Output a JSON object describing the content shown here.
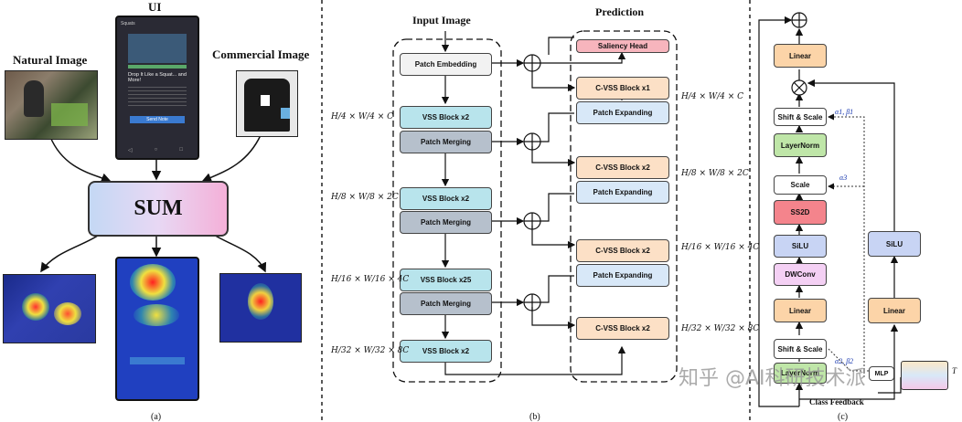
{
  "panel_a": {
    "ui_label": "UI",
    "natural_label": "Natural Image",
    "commercial_label": "Commercial Image",
    "sum_label": "SUM",
    "caption": "(a)",
    "phone_screen": {
      "app_title": "Squats",
      "headline": "Drop It Like a Squat... and More!",
      "button_label": "Send Note"
    }
  },
  "panel_b": {
    "input_title": "Input Image",
    "prediction_title": "Prediction",
    "caption": "(b)",
    "encoder": {
      "embed": "Patch Embedding",
      "vss1": "VSS Block x2",
      "merge1": "Patch Merging",
      "vss2": "VSS Block x2",
      "merge2": "Patch Merging",
      "vss3": "VSS Block x25",
      "merge3": "Patch Merging",
      "vss4": "VSS Block x2"
    },
    "decoder": {
      "head": "Saliency Head",
      "cvss1": "C-VSS Block x1",
      "exp1": "Patch Expanding",
      "cvss2": "C-VSS Block x2",
      "exp2": "Patch Expanding",
      "cvss3": "C-VSS Block x2",
      "exp3": "Patch Expanding",
      "cvss4": "C-VSS Block x2"
    },
    "dims_left": {
      "d1": "H/4 × W/4 × C",
      "d2": "H/8 × W/8 × 2C",
      "d3": "H/16 × W/16 × 4C",
      "d4": "H/32 × W/32 × 8C"
    },
    "dims_right": {
      "d1": "H/4 × W/4 × C",
      "d2": "H/8 × W/8 × 2C",
      "d3": "H/16 × W/16 × 4C",
      "d4": "H/32 × W/32 × 8C"
    }
  },
  "panel_c": {
    "linear_top": "Linear",
    "shift_scale_top": "Shift & Scale",
    "alpha1_beta1": "α1, β1",
    "layernorm": "LayerNorm",
    "scale": "Scale",
    "alpha3": "α3",
    "ss2d": "SS2D",
    "silu": "SiLU",
    "dwconv": "DWConv",
    "linear_mid": "Linear",
    "shift_scale_bottom": "Shift & Scale",
    "alpha2_beta2": "α2, β2",
    "layernorm_bottom": "LayerNorm",
    "silu_right": "SiLU",
    "linear_right": "Linear",
    "mlp": "MLP",
    "t_label": "T",
    "class_feedback": "Class Feedback",
    "caption": "(c)"
  },
  "watermark": "知乎 @AI科研技术派"
}
